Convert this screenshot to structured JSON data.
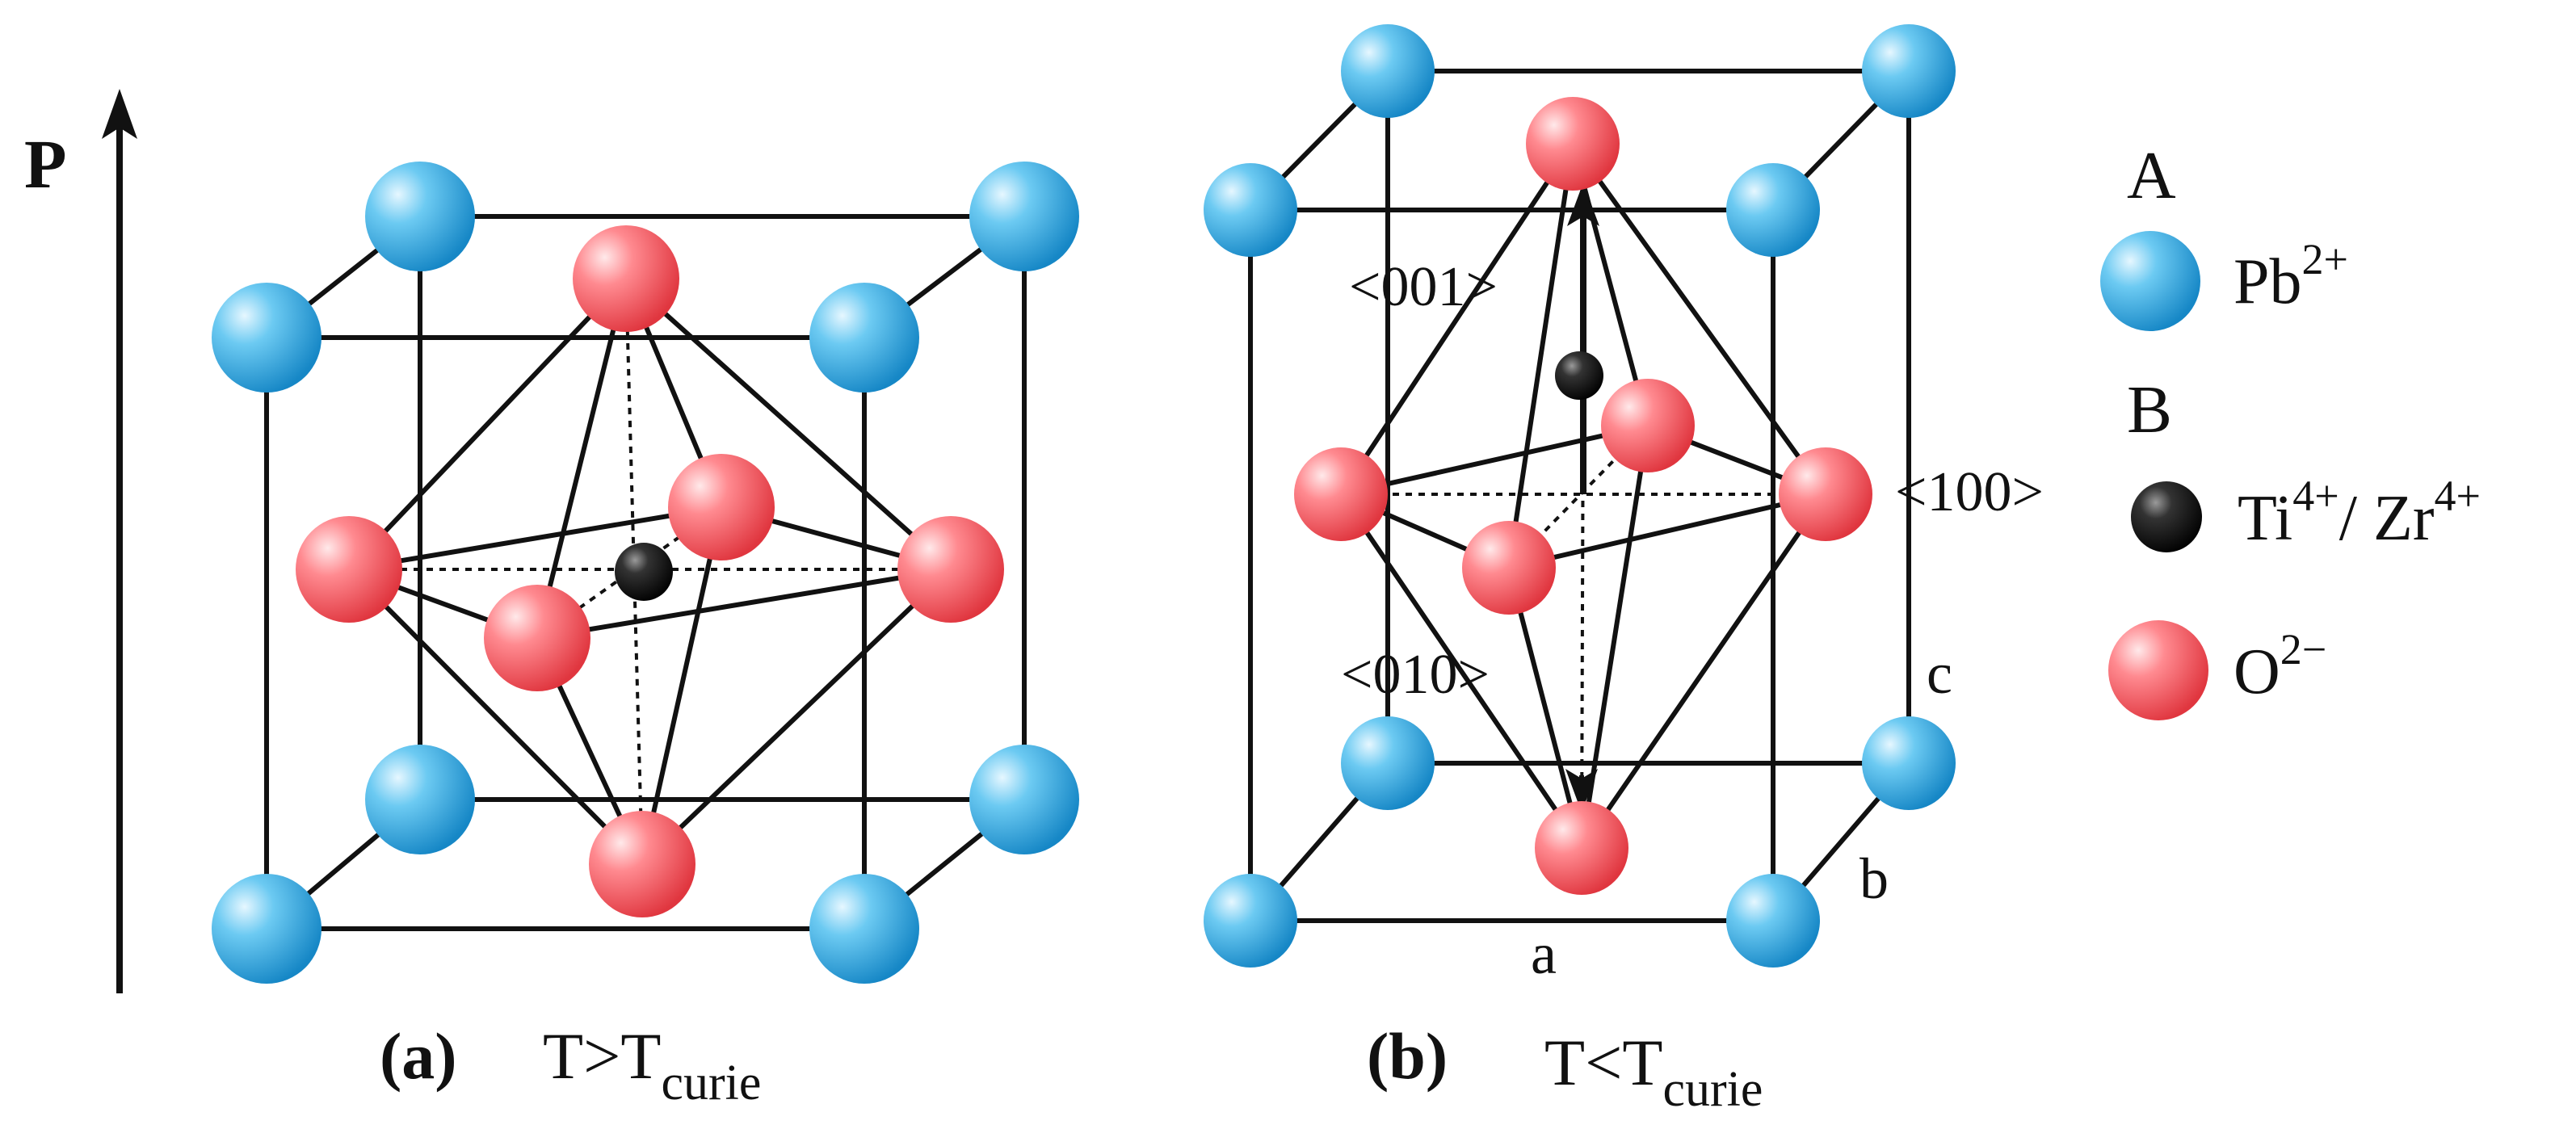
{
  "axis": {
    "label": "P"
  },
  "panel_a": {
    "tag": "(a)",
    "temp_main": "T>T",
    "temp_sub": "curie"
  },
  "panel_b": {
    "tag": "(b)",
    "temp_main": "T<T",
    "temp_sub": "curie",
    "dir_001": "<001>",
    "dir_010": "<010>",
    "dir_100": "<100>",
    "edge_a": "a",
    "edge_b": "b",
    "edge_c": "c"
  },
  "legend": {
    "site_a": "A",
    "site_b": "B",
    "pb_base": "Pb",
    "pb_sup": "2+",
    "ti_base": "Ti",
    "ti_sup": "4+",
    "slash": "/ Zr",
    "zr_sup": "4+",
    "o_base": "O",
    "o_sup": "2−"
  },
  "colors": {
    "pb": "#2aa9e0",
    "o": "#f2545b",
    "ti": "#111111"
  }
}
